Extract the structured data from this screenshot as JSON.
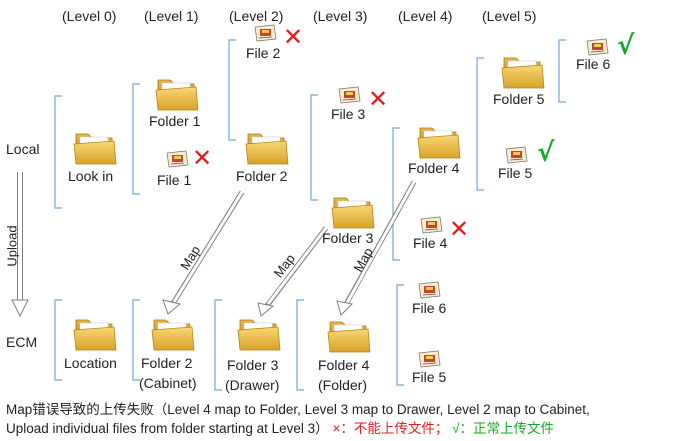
{
  "levels": [
    "(Level 0)",
    "(Level 1)",
    "(Level 2)",
    "(Level 3)",
    "(Level 4)",
    "(Level 5)"
  ],
  "side_labels": {
    "local": "Local",
    "ecm": "ECM",
    "upload": "Upload"
  },
  "local_tree": {
    "look_in": "Look in",
    "folder1": "Folder 1",
    "file1": "File 1",
    "file2": "File 2",
    "folder2": "Folder 2",
    "file3": "File 3",
    "folder3": "Folder 3",
    "folder4": "Folder 4",
    "file4": "File 4",
    "folder5": "Folder 5",
    "file5": "File 5",
    "file6": "File 6"
  },
  "ecm_tree": {
    "location": "Location",
    "folder2_line1": "Folder 2",
    "folder2_line2": "(Cabinet)",
    "folder3_line1": "Folder 3",
    "folder3_line2": "(Drawer)",
    "folder4_line1": "Folder 4",
    "folder4_line2": "(Folder)",
    "file6": "File 6",
    "file5": "File 5"
  },
  "map_label": "Map",
  "marks": {
    "cross": "✕",
    "check": "√"
  },
  "caption": {
    "line1": "Map错误导致的上传失败（Level 4 map to Folder, Level 3 map to Drawer, Level 2 map to Cabinet,",
    "line2_main": "Upload individual files from folder starting at Level 3）",
    "fail_legend": "×：不能上传文件；",
    "ok_legend": "√：正常上传文件"
  },
  "colors": {
    "cross": "#e21b1b",
    "check": "#1aa82a",
    "connector": "#6fa8dc",
    "arrow": "#7f7f7f"
  }
}
